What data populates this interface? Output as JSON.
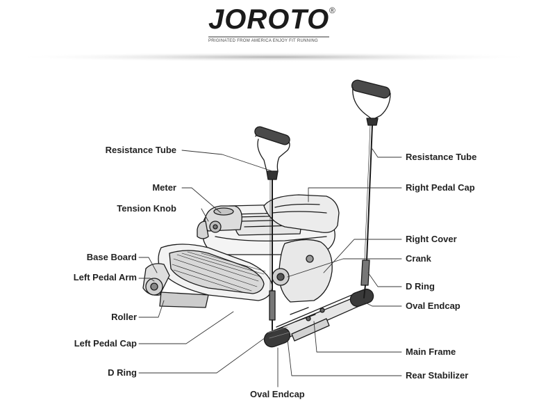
{
  "brand": {
    "name": "JOROTO",
    "registered_mark": "®",
    "tagline": "PRIGINATED FROM AMERICA ENJOY FIT RUNNING",
    "accent_color": "#c8102e"
  },
  "labels": {
    "resistance_tube_left": "Resistance Tube",
    "meter": "Meter",
    "tension_knob": "Tension Knob",
    "base_board": "Base Board",
    "left_pedal_arm": "Left Pedal Arm",
    "roller": "Roller",
    "left_pedal_cap": "Left Pedal Cap",
    "d_ring_left": "D Ring",
    "oval_endcap_bottom": "Oval Endcap",
    "resistance_tube_right": "Resistance Tube",
    "right_pedal_cap": "Right Pedal Cap",
    "right_cover": "Right Cover",
    "crank": "Crank",
    "d_ring_right": "D Ring",
    "oval_endcap_right": "Oval Endcap",
    "main_frame": "Main Frame",
    "rear_stabilizer": "Rear Stabilizer"
  }
}
